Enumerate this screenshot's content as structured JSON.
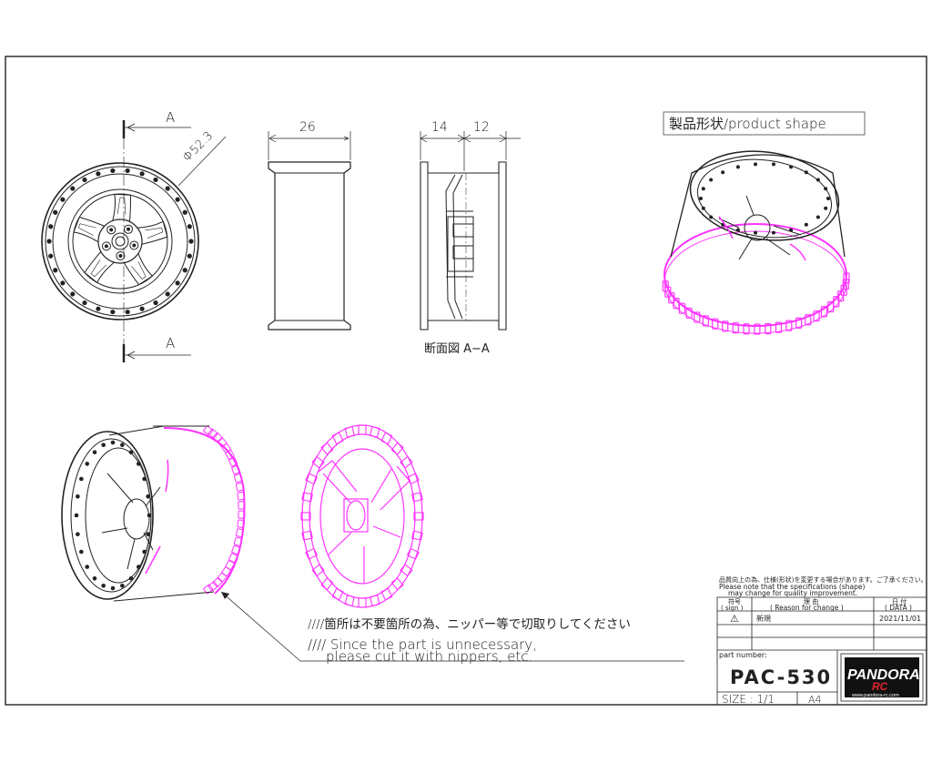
{
  "section_marks": {
    "top": "A",
    "bottom": "A"
  },
  "dimensions": {
    "diameter": "Φ52.3",
    "width": "26",
    "offset_front": "14",
    "offset_back": "12"
  },
  "section_caption": "断面図 A−A",
  "product_shape_label": "製品形状/product shape",
  "note": {
    "jp": "////箇所は不要箇所の為、ニッパー等で切取りしてください",
    "en_line1": "//// Since the part is unnecessary,",
    "en_line2": "please cut it with nippers, etc."
  },
  "title_block": {
    "disclaimer_jp": "品質向上の為、仕様(形状)を変更する場合があります。ご了承ください。",
    "disclaimer_en1": "Please note that the specifications (shape)",
    "disclaimer_en2": "may change for quality improvement.",
    "col_sign_jp": "符号",
    "col_sign_en": "( sign )",
    "col_reason_jp": "理 由",
    "col_reason_en": "( Reason for change )",
    "col_date_jp": "日 付",
    "col_date_en": "( DATA )",
    "row1_sign": "⚠",
    "row1_reason": "新規",
    "row1_date": "2021/11/01",
    "part_number_label": "part number:",
    "part_number": "PAC-530",
    "size_label": "SIZE : 1/1",
    "paper": "A4",
    "logo_text": "PANDORA",
    "logo_sub": "RC",
    "logo_url": "www.pandora-rc.com"
  },
  "colors": {
    "line": "#222222",
    "accent": "#ff33ff"
  },
  "icons": [
    "warning-triangle-icon"
  ]
}
